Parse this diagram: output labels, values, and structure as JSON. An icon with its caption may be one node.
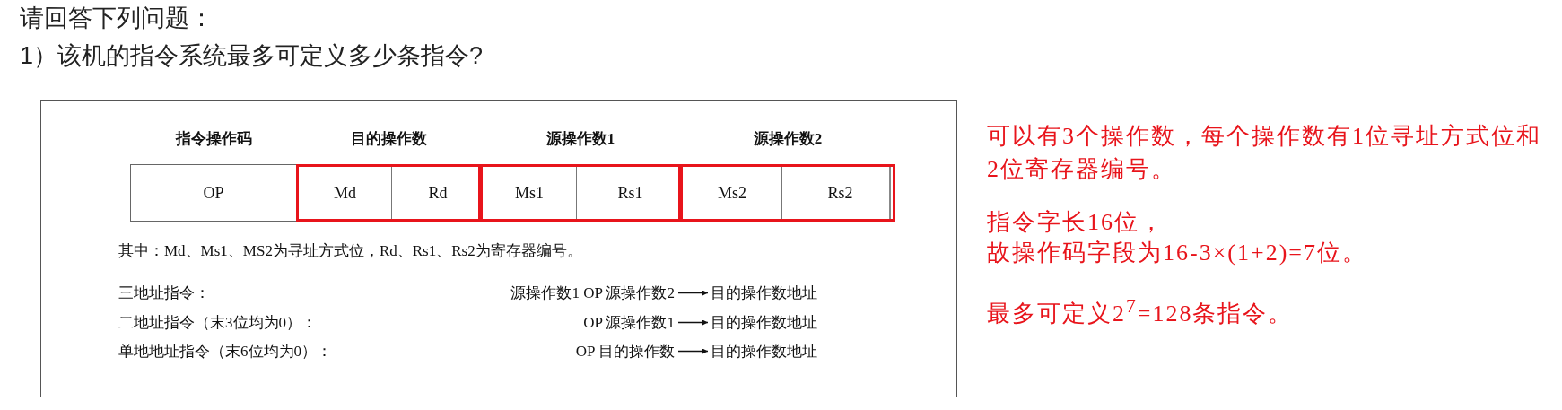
{
  "diagram": {
    "title": "请回答下列问题：",
    "nodes": [
      {
        "text": [
          "指令操作码",
          "OP"
        ]
      },
      {
        "text": [
          "目的操作数"
        ]
      },
      {
        "text": [
          "Md"
        ],
        "in": 1
      },
      {
        "text": [
          "Rd"
        ],
        "in": 1
      },
      {
        "text": [
          "源操作数1"
        ]
      },
      {
        "text": [
          "Ms1"
        ],
        "in": 4
      },
      {
        "text": [
          "Rs1"
        ],
        "in": 4
      },
      {
        "text": [
          "源操作数2"
        ]
      },
      {
        "text": [
          "Ms2"
        ],
        "in": 7
      },
      {
        "text": [
          "Rs2"
        ],
        "in": 7
      },
      {
        "text": [
          "源操作数1 OP 源操作数2"
        ]
      },
      {
        "text": [
          "目的操作数地址"
        ]
      },
      {
        "text": [
          "OP 源操作数1"
        ]
      },
      {
        "text": [
          "目的操作数地址"
        ]
      },
      {
        "text": [
          "OP 目的操作数"
        ]
      },
      {
        "text": [
          "目的操作数地址"
        ]
      }
    ],
    "edges": [
      {
        "from": 10,
        "to": 11,
        "arrow": "to"
      },
      {
        "from": 12,
        "to": 13,
        "arrow": "to"
      },
      {
        "from": 14,
        "to": 15,
        "arrow": "to"
      }
    ],
    "labels": [
      "1）该机的指令系统最多可定义多少条指令?",
      "其中：Md、Ms1、MS2为寻址方式位，Rd、Rs1、Rs2为寄存器编号。",
      "三地址指令：",
      "二地址指令（末3位均为0）：",
      "单地地址指令（末6位均为0）：",
      "可以有3个操作数，每个操作数有1位寻址方式位和2位寄存器编号。",
      "指令字长16位，",
      "故操作码字段为16-3×(1+2)=7位。",
      "最多可定义2$^{7}$=128条指令。"
    ]
  }
}
